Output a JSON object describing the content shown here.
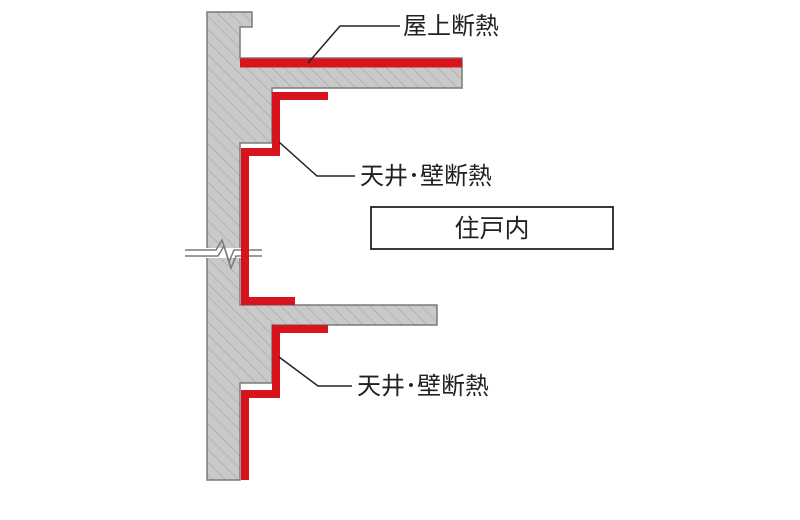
{
  "labels": {
    "roof_insulation": "屋上断熱",
    "ceiling_wall_insulation_upper": "天井･壁断熱",
    "ceiling_wall_insulation_lower": "天井･壁断熱",
    "dwelling_interior": "住戸内"
  },
  "colors": {
    "concrete_fill": "#c9c9c9",
    "concrete_stroke": "#7a7a7a",
    "hatch": "#9a9a9a",
    "insulation": "#d7141e",
    "leader": "#222222",
    "text": "#222222"
  }
}
